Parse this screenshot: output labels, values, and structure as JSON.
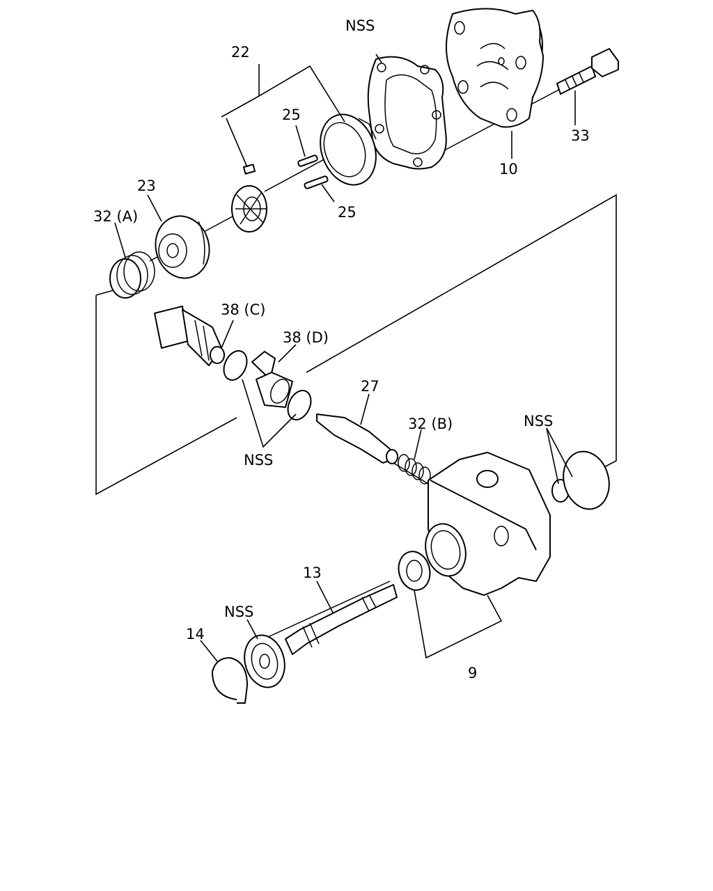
{
  "labels": {
    "l22": "22",
    "l25a": "25",
    "l25b": "25",
    "l23": "23",
    "l32a": "32 (A)",
    "nss_gasket": "NSS",
    "l10": "10",
    "l33": "33",
    "l38c": "38 (C)",
    "l38d": "38 (D)",
    "l27": "27",
    "l32b": "32 (B)",
    "nss_rings": "NSS",
    "nss_oring": "NSS",
    "l13": "13",
    "nss_bearing": "NSS",
    "l14": "14",
    "l9": "9"
  },
  "colors": {
    "line": "#000000",
    "background": "#ffffff"
  }
}
